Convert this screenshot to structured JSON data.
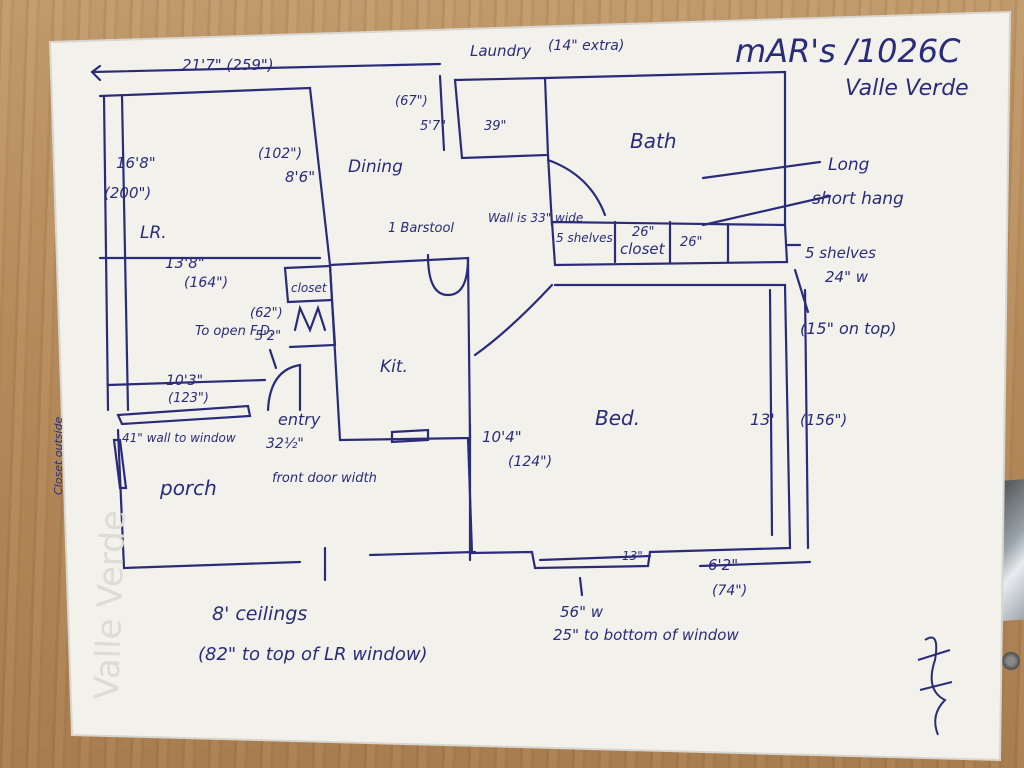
{
  "title": "mAR's /1026C",
  "subtitle": "Valle Verde",
  "rooms": {
    "living_room": "LR.",
    "dining": "Dining",
    "kitchen": "Kit.",
    "bath": "Bath",
    "bed": "Bed.",
    "porch": "porch",
    "entry": "entry",
    "laundry": "Laundry",
    "closet_main": "closet",
    "closet_small": "closet",
    "closet_outside": "Closet outside"
  },
  "dimensions": {
    "overall_width": "21'7\" (259\")",
    "laundry_extra": "(14\" extra)",
    "laundry_height_in": "(67\")",
    "laundry_height": "5'7\"",
    "laundry_width": "39\"",
    "lr_depth_ft": "16'8\"",
    "lr_depth_in": "(200\")",
    "dining_in": "(102\")",
    "dining_ft": "8'6\"",
    "lr_width_ft": "13'8\"",
    "lr_width_in": "(164\")",
    "to_open_fd": "To open F.D.",
    "door_in": "(62\")",
    "door_ft": "5'2\"",
    "porch_wall_ft": "10'3\"",
    "porch_wall_in": "(123\")",
    "wall_window": "41\" wall to window",
    "entry_width": "32½\"",
    "front_door_width": "front door width",
    "kit_bed_ft": "10'4\"",
    "kit_bed_in": "(124\")",
    "bed_height_ft": "13'",
    "bed_height_in": "(156\")",
    "bed_window_ft": "6'2\"",
    "bed_window_in": "(74\")",
    "bed_small": "13\"",
    "window_width": "56\" w",
    "window_bottom": "25\" to bottom of window",
    "ceilings": "8' ceilings",
    "lr_window_top": "(82\" to top of LR window)"
  },
  "closet_notes": {
    "barstool": "1 Barstool",
    "wall_width": "Wall is 33\" wide",
    "five_shelves": "5 shelves",
    "shelf_26_a": "26\"",
    "shelf_26_b": "26\"",
    "long": "Long",
    "short_hang": "short hang",
    "shelves_right": "5 shelves",
    "shelves_right_w": "24\" w",
    "on_top": "(15\" on top)"
  },
  "colors": {
    "ink": "#2a2c7a",
    "paper": "#f3f1ec",
    "wood": "#b08a5e"
  }
}
